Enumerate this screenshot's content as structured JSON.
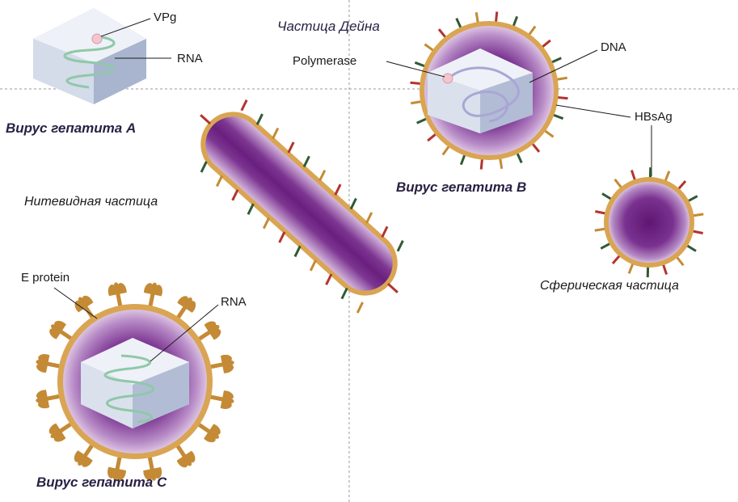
{
  "diagram": {
    "captions": {
      "hepatitis_a": "Вирус гепатита А",
      "dane_particle": "Частица Дейна",
      "filament": "Нитевидная частица",
      "hepatitis_b": "Вирус гепатита В",
      "spherical": "Сферическая частица",
      "hepatitis_c": "Вирус гепатита С"
    },
    "labels": {
      "vpg": "VPg",
      "rna_a": "RNA",
      "polymerase": "Polymerase",
      "dna": "DNA",
      "hbsag": "HBsAg",
      "e_protein": "E protein",
      "rna_c": "RNA"
    },
    "colors": {
      "core_purple": "#6a1f7e",
      "halo_purple": "#c9a3d3",
      "envelope": "#d9a553",
      "envelope_spike": "#c48a35",
      "spike_red": "#b3342f",
      "spike_green": "#2f5a35",
      "capsid_top": "#e9ecf3",
      "capsid_side": "#bcc5d8",
      "capsid_dark": "#9aa8c4",
      "rna_strand": "#8fc8a8",
      "dna_strand": "#a9a6d6",
      "vpg_dot": "#f2c6cf",
      "caption_text": "#2a2144"
    }
  }
}
